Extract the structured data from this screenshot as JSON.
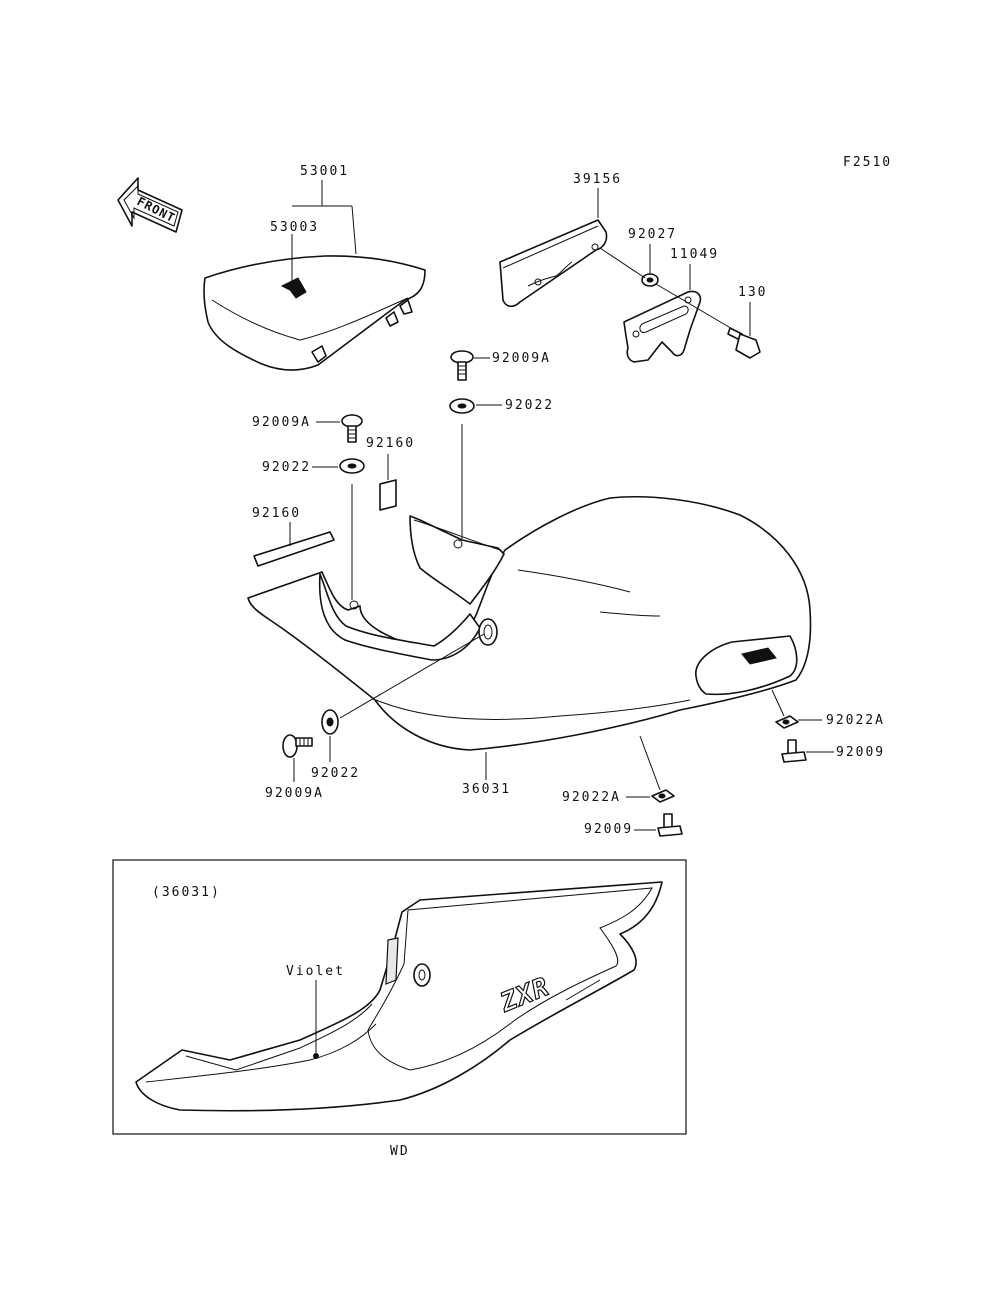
{
  "figure_code": "F2510",
  "front_label": "FRONT",
  "labels": {
    "p53001": "53001",
    "p53003": "53003",
    "p39156": "39156",
    "p92027": "92027",
    "p11049": "11049",
    "p130": "130",
    "p92009A_top": "92009A",
    "p92022_top": "92022",
    "p92009A_left": "92009A",
    "p92160_upper": "92160",
    "p92022_left": "92022",
    "p92160_lower": "92160",
    "p92022A_right": "92022A",
    "p92009_right": "92009",
    "p92022_bottom": "92022",
    "p92009A_bottom": "92009A",
    "p36031": "36031",
    "p92022A_bottom": "92022A",
    "p92009_bottom": "92009"
  },
  "inset": {
    "title": "(36031)",
    "color_label": "Violet",
    "logo_text": "ZXR"
  },
  "footer_code": "WD"
}
